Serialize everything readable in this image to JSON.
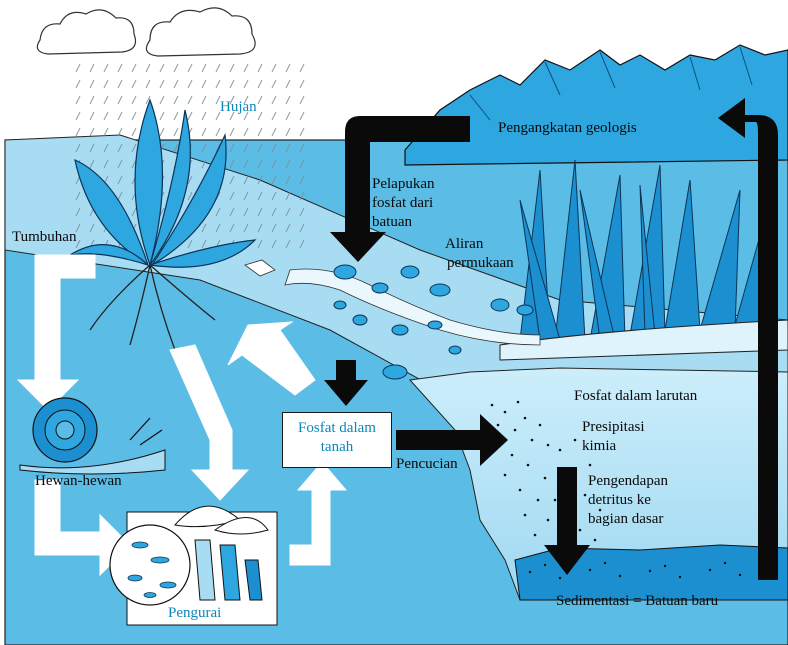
{
  "colors": {
    "background_water": "#5bbde6",
    "light_blue": "#a8dcf3",
    "deep_blue": "#1b8fd0",
    "mountain_blue": "#2ea7e0",
    "accent_text": "#0e86b8",
    "arrow_black": "#0a0a0a",
    "arrow_white": "#ffffff"
  },
  "labels": {
    "rain": "Hujan",
    "plants": "Tumbuhan",
    "animals": "Hewan-hewan",
    "decomposers": "Pengurai",
    "geological_uplift": "Pengangkatan geologis",
    "weathering": [
      "Pelapukan",
      "fosfat dari",
      "batuan"
    ],
    "runoff": [
      "Aliran",
      "permukaan"
    ],
    "soil_phosphate": [
      "Fosfat dalam",
      "tanah"
    ],
    "leaching": "Pencucian",
    "dissolved_phosphate": "Fosfat dalam larutan",
    "precipitation": [
      "Presipitasi",
      "kimia"
    ],
    "settling": [
      "Pengendapan",
      "detritus ke",
      "bagian dasar"
    ],
    "sedimentation": "Sedimentasi = Batuan baru"
  },
  "icons": [
    "cloud-icon",
    "plant-icon",
    "snail-icon",
    "mushroom-icon",
    "microbe-icon",
    "mountain-icon",
    "reed-icon",
    "pebble-icon"
  ]
}
